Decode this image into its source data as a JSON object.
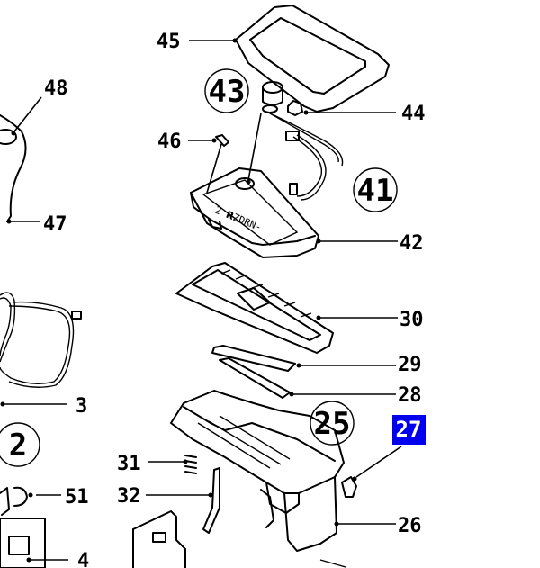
{
  "callouts": {
    "c45": "45",
    "c48": "48",
    "c43": "43",
    "c44": "44",
    "c46": "46",
    "c47": "47",
    "c41": "41",
    "c42": "42",
    "c30": "30",
    "c3": "3",
    "c29": "29",
    "c28": "28",
    "c2": "2",
    "c25": "25",
    "c27": "27",
    "c31": "31",
    "c51": "51",
    "c32": "32",
    "c26": "26",
    "c4": "4"
  },
  "highlight": {
    "selected_callout": "27",
    "color": "#0000ee"
  }
}
